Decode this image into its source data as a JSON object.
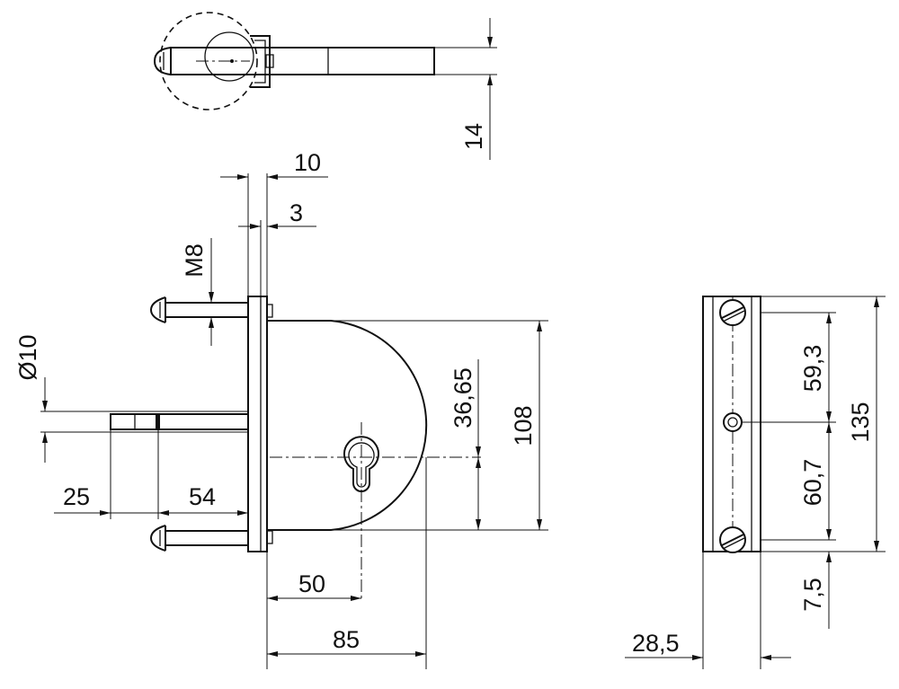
{
  "dimensions": {
    "d14": "14",
    "d10": "10",
    "d3": "3",
    "m8": "M8",
    "phi10": "Ø10",
    "d25": "25",
    "d54": "54",
    "d50": "50",
    "d85": "85",
    "d36_65": "36,65",
    "d108": "108",
    "d59_3": "59,3",
    "d60_7": "60,7",
    "d7_5": "7,5",
    "d135": "135",
    "d28_5": "28,5"
  }
}
